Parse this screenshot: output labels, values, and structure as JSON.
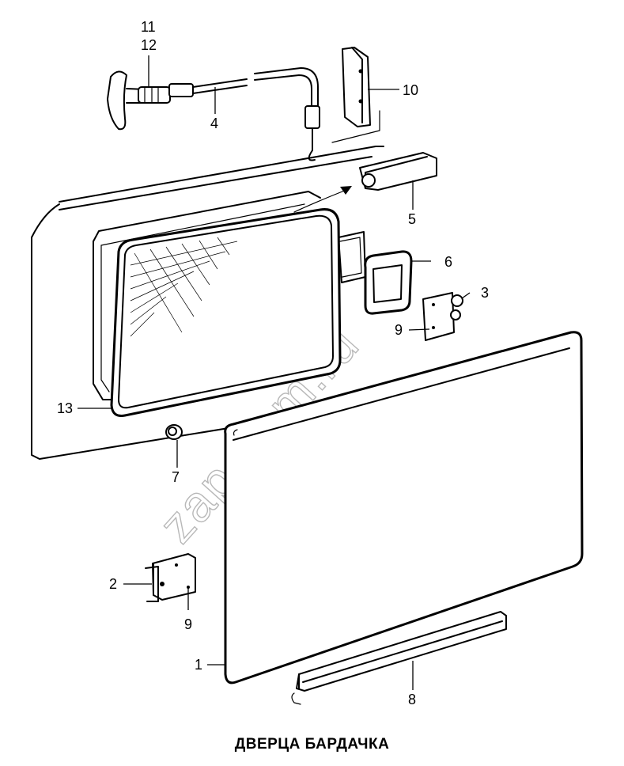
{
  "title": "ДВЕРЦА БАРДАЧКА",
  "watermark": "zap-kam.ru",
  "callouts": {
    "c1": "1",
    "c2": "2",
    "c3": "3",
    "c4": "4",
    "c5": "5",
    "c6": "6",
    "c7": "7",
    "c8": "8",
    "c9a": "9",
    "c9b": "9",
    "c10": "10",
    "c11": "11",
    "c12": "12",
    "c13": "13"
  }
}
